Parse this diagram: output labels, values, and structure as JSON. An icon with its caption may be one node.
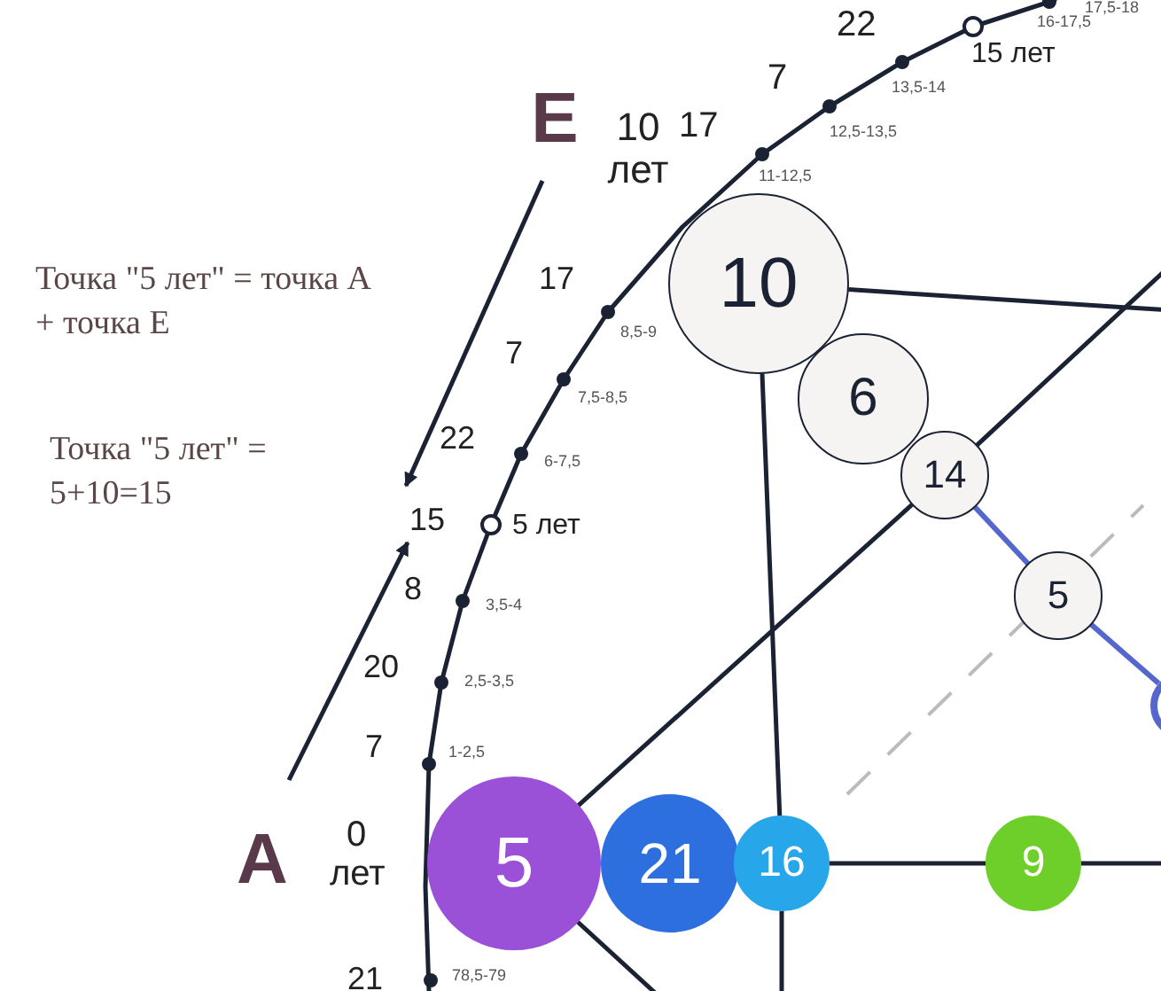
{
  "diagram": {
    "nodes": [
      {
        "text": [
          "Е"
        ]
      },
      {
        "text": [
          "А"
        ]
      },
      {
        "text": [
          "10"
        ]
      },
      {
        "text": [
          "6"
        ]
      },
      {
        "text": [
          "14"
        ]
      },
      {
        "text": [
          "5"
        ]
      },
      {
        "text": [
          "5"
        ]
      },
      {
        "text": [
          "21"
        ]
      },
      {
        "text": [
          "16"
        ]
      },
      {
        "text": [
          "9"
        ]
      },
      {
        "text": [],
        "shape": "circle"
      },
      {
        "text": [
          "15"
        ]
      }
    ],
    "edges": [
      {
        "from": 0,
        "to": 11,
        "arrow": "to"
      },
      {
        "from": 1,
        "to": 11,
        "arrow": "to"
      },
      {
        "from": 2,
        "to": null,
        "arrow": "none"
      },
      {
        "from": 2,
        "to": 8,
        "arrow": "none"
      },
      {
        "from": 8,
        "to": null,
        "arrow": "none"
      },
      {
        "from": 8,
        "to": 9,
        "arrow": "none"
      },
      {
        "from": 9,
        "to": null,
        "arrow": "none"
      },
      {
        "from": 6,
        "to": 4,
        "arrow": "none"
      },
      {
        "from": 4,
        "to": null,
        "arrow": "none"
      },
      {
        "from": 6,
        "to": null,
        "arrow": "none"
      },
      {
        "from": 4,
        "to": 5,
        "arrow": "none",
        "color": "#5566cc"
      },
      {
        "from": 5,
        "to": 10,
        "arrow": "none",
        "color": "#5566cc"
      }
    ],
    "labels": [
      "22",
      "15 лет",
      "16-17,5",
      "17,5-18",
      "10 лет",
      "17",
      "7",
      "13,5-14",
      "12,5-13,5",
      "11-12,5",
      "17",
      "8,5-9",
      "7",
      "7,5-8,5",
      "22",
      "6-7,5",
      "5 лет",
      "8",
      "3,5-4",
      "20",
      "2,5-3,5",
      "7",
      "1-2,5",
      "0 лет",
      "21",
      "78,5-79",
      "Точка \"5 лет\" = точка А + точка Е",
      "Точка \"5 лет\" = 5+10=15"
    ]
  }
}
